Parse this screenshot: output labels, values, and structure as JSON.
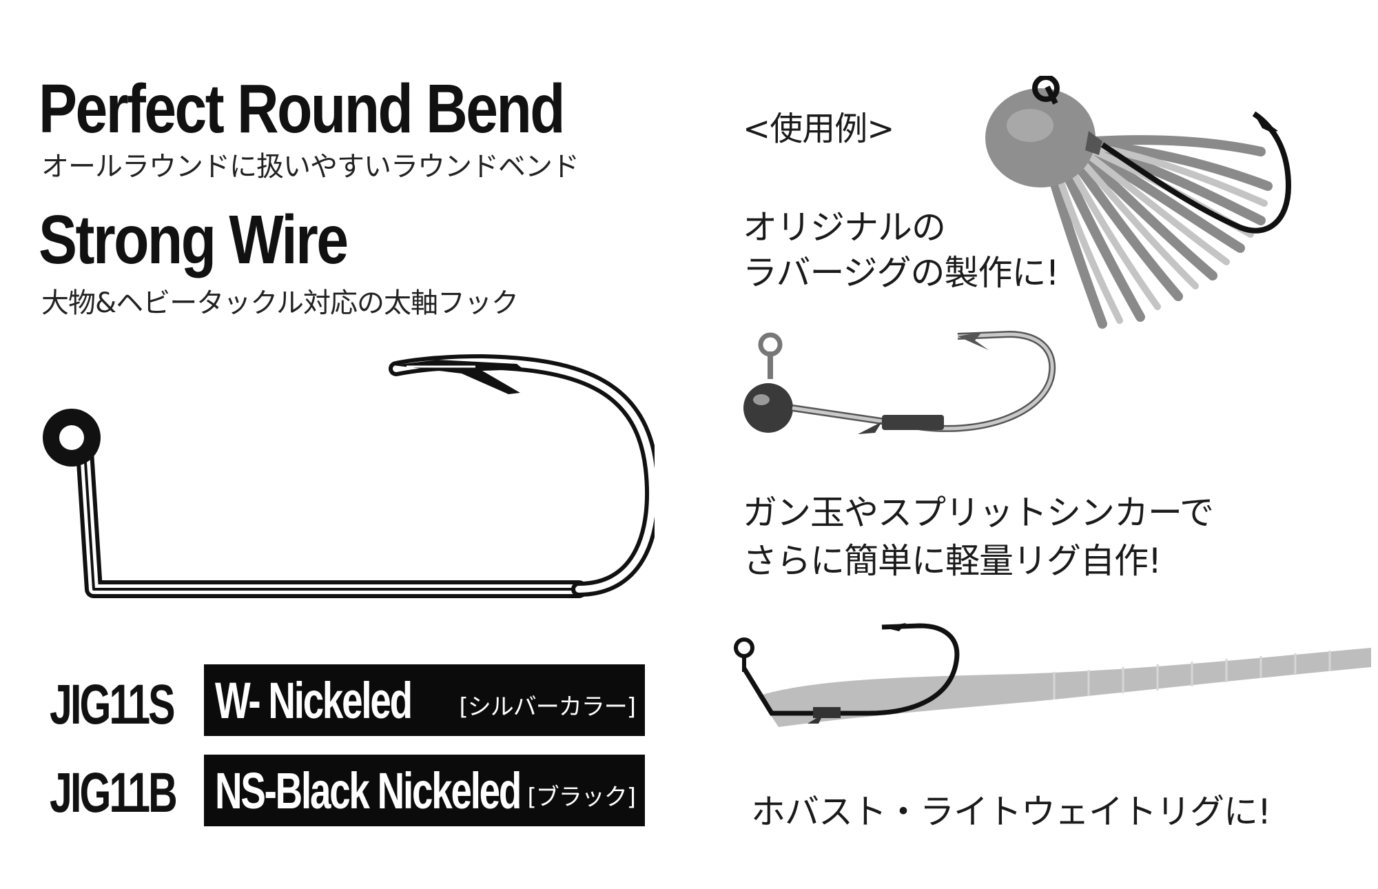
{
  "features": [
    {
      "title": "Perfect Round Bend",
      "subtitle": "オールラウンドに扱いやすいラウンドベンド"
    },
    {
      "title": "Strong Wire",
      "subtitle": "大物&ヘビータックル対応の太軸フック"
    }
  ],
  "usage_label": "<使用例>",
  "usage_examples": [
    {
      "line1": "オリジナルの",
      "line2": "ラバージグの製作に!"
    },
    {
      "line1": "ガン玉やスプリットシンカーで",
      "line2": "さらに簡単に軽量リグ自作!"
    },
    {
      "line1": "ホバスト・ライトウェイトリグに!"
    }
  ],
  "models": [
    {
      "code": "JIG11S",
      "finish": "W- Nickeled",
      "color_label": "[シルバーカラー]"
    },
    {
      "code": "JIG11B",
      "finish": "NS-Black Nickeled",
      "color_label": "[ブラック]"
    }
  ],
  "colors": {
    "ink": "#111111",
    "label_bg": "#0b0b0b",
    "skirt": "#b8b8b8",
    "worm": "#bdbdbd",
    "jighead": "#8f8f8f"
  }
}
